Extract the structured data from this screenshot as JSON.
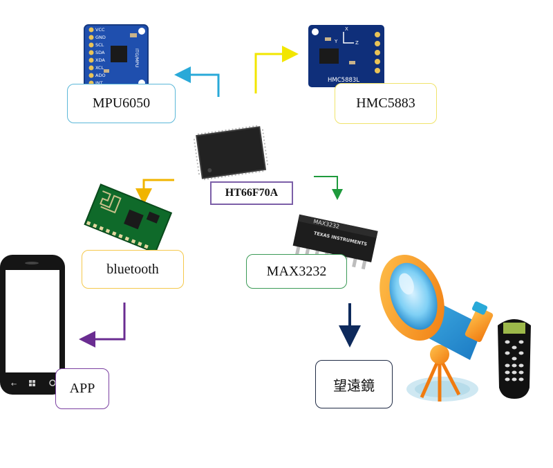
{
  "nodes": {
    "mcu": {
      "label": "HT66F70A"
    },
    "mpu": {
      "label": "MPU6050",
      "border": "#5bb7d8"
    },
    "hmc": {
      "label": "HMC5883",
      "border": "#f0e36a"
    },
    "bt": {
      "label": "bluetooth",
      "border": "#f5c84a"
    },
    "max": {
      "label": "MAX3232",
      "border": "#3a9a55"
    },
    "app": {
      "label": "APP",
      "border": "#7a3fa0"
    },
    "telescope": {
      "label": "望遠鏡",
      "border": "#1f2a44"
    }
  },
  "chip_markings": {
    "mpu_board": {
      "pins": [
        "VCC",
        "GND",
        "SCL",
        "SDA",
        "XDA",
        "XCL",
        "ADO",
        "INT"
      ],
      "model": "ITG/MPU"
    },
    "hmc_board": {
      "model": "HMC5883L",
      "axes": [
        "X",
        "Y",
        "Z"
      ]
    },
    "max_chip": {
      "model": "MAX3232",
      "maker": "TEXAS INSTRUMENTS"
    }
  },
  "arrows": {
    "to_mpu": "#29a9d8",
    "to_hmc": "#f2e600",
    "to_bt": "#f0b400",
    "to_max": "#1e9a3c",
    "to_app": "#6a2c91",
    "to_telescope": "#0e2a5c"
  }
}
